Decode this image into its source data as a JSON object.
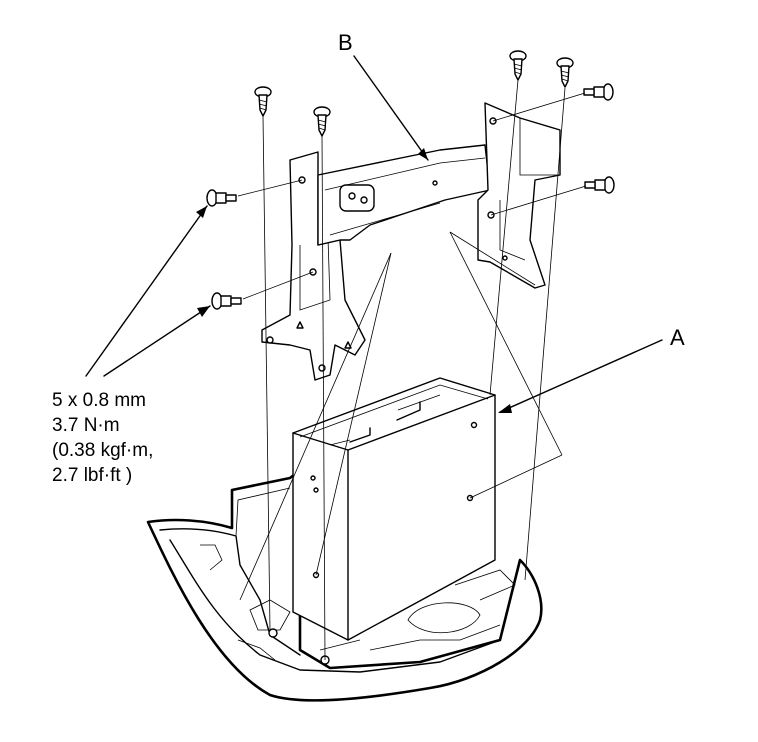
{
  "labels": {
    "callout_a": "A",
    "callout_b": "B"
  },
  "torque_spec": {
    "line1": "5 x 0.8 mm",
    "line2": "3.7 N·m",
    "line3": "(0.38 kgf·m,",
    "line4": "2.7 lbf·ft )"
  },
  "parts": {
    "unit_a": "navigation/audio unit",
    "bracket_b": "mounting bracket",
    "screws": "tapping screws",
    "bolts": "flange bolts",
    "bezel": "center panel"
  }
}
